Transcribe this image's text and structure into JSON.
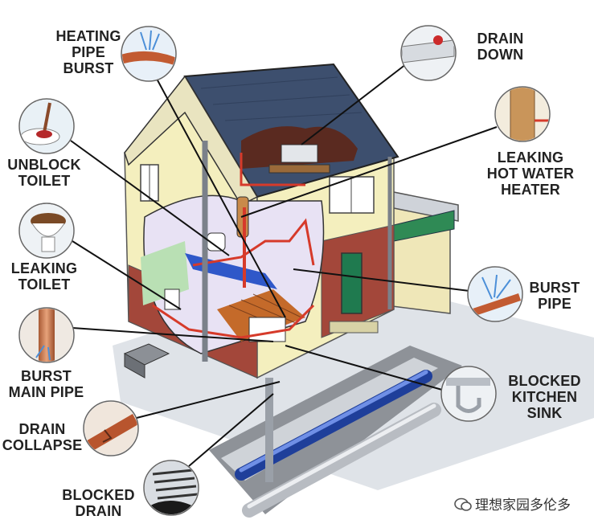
{
  "labels": {
    "heating_pipe_burst": "HEATING\nPIPE\nBURST",
    "drain_down": "DRAIN\nDOWN",
    "unblock_toilet": "UNBLOCK\nTOILET",
    "leaking_hot_water_heater": "LEAKING\nHOT WATER\nHEATER",
    "leaking_toilet": "LEAKING\nTOILET",
    "burst_pipe": "BURST\nPIPE",
    "burst_main_pipe": "BURST\nMAIN PIPE",
    "blocked_kitchen_sink": "BLOCKED\nKITCHEN\nSINK",
    "drain_collapse": "DRAIN\nCOLLAPSE",
    "blocked_drain": "BLOCKED\nDRAIN"
  },
  "watermark": "理想家园多伦多",
  "icons": {
    "watermark": "wechat-bubble-icon"
  },
  "colors": {
    "roof": "#3d4f6e",
    "wall_cream": "#f4efbe",
    "brick": "#9a3b2e",
    "pipe_red": "#d63a2a",
    "water_blue": "#2f58c9",
    "leader_line": "#111111"
  }
}
